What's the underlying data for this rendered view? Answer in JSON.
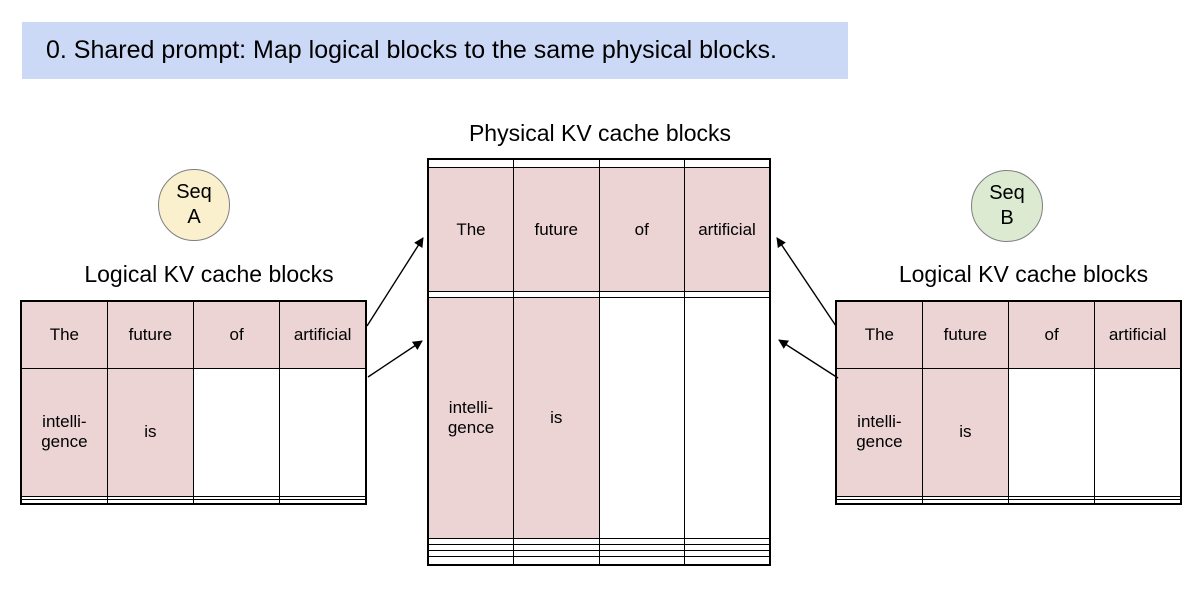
{
  "banner": {
    "text": "0. Shared prompt: Map logical blocks to the same physical blocks."
  },
  "colors": {
    "banner_bg": "#ccd9f6",
    "cell_fill": "#ecd3d4",
    "seq_a_fill": "#faf0cd",
    "seq_b_fill": "#dcead2",
    "circle_border": "#7f7f7f",
    "line_color": "#000000"
  },
  "physical": {
    "title": "Physical KV cache blocks",
    "rows": [
      [
        "",
        "",
        "",
        ""
      ],
      [
        "The",
        "future",
        "of",
        "artificial"
      ],
      [
        "",
        "",
        "",
        ""
      ],
      [
        "intelli-\ngence",
        "is",
        "",
        ""
      ],
      [
        "",
        "",
        "",
        ""
      ],
      [
        "",
        "",
        "",
        ""
      ],
      [
        "",
        "",
        "",
        ""
      ],
      [
        "",
        "",
        "",
        ""
      ]
    ],
    "filled_cells": [
      [
        1,
        0
      ],
      [
        1,
        1
      ],
      [
        1,
        2
      ],
      [
        1,
        3
      ],
      [
        3,
        0
      ],
      [
        3,
        1
      ]
    ]
  },
  "seq_a": {
    "badge_line1": "Seq",
    "badge_line2": "A",
    "title": "Logical KV cache blocks",
    "rows": [
      [
        "The",
        "future",
        "of",
        "artificial"
      ],
      [
        "intelli-\ngence",
        "is",
        "",
        ""
      ],
      [
        "",
        "",
        "",
        ""
      ],
      [
        "",
        "",
        "",
        ""
      ]
    ],
    "filled_cells": [
      [
        0,
        0
      ],
      [
        0,
        1
      ],
      [
        0,
        2
      ],
      [
        0,
        3
      ],
      [
        1,
        0
      ],
      [
        1,
        1
      ]
    ]
  },
  "seq_b": {
    "badge_line1": "Seq",
    "badge_line2": "B",
    "title": "Logical KV cache blocks",
    "rows": [
      [
        "The",
        "future",
        "of",
        "artificial"
      ],
      [
        "intelli-\ngence",
        "is",
        "",
        ""
      ],
      [
        "",
        "",
        "",
        ""
      ],
      [
        "",
        "",
        "",
        ""
      ]
    ],
    "filled_cells": [
      [
        0,
        0
      ],
      [
        0,
        1
      ],
      [
        0,
        2
      ],
      [
        0,
        3
      ],
      [
        1,
        0
      ],
      [
        1,
        1
      ]
    ]
  },
  "mappings": [
    {
      "from": "seq-a-logical-block-0",
      "to": "physical-block-1"
    },
    {
      "from": "seq-a-logical-block-1",
      "to": "physical-block-3"
    },
    {
      "from": "seq-b-logical-block-0",
      "to": "physical-block-1"
    },
    {
      "from": "seq-b-logical-block-1",
      "to": "physical-block-3"
    }
  ]
}
